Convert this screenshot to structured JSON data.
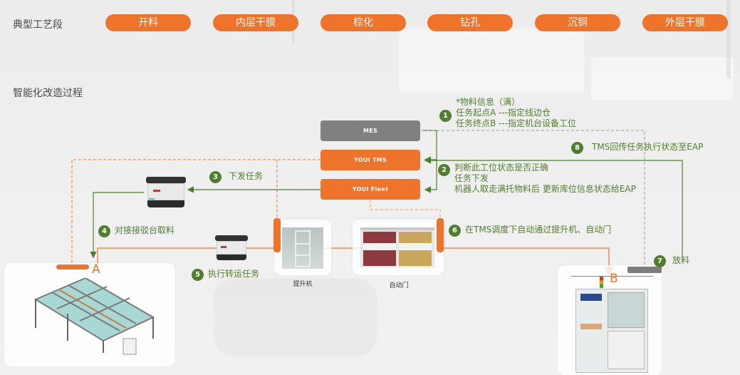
{
  "header": {
    "stage_row_label": "典型工艺段",
    "stages": [
      "开料",
      "内层干膜",
      "棕化",
      "钻孔",
      "沉铜",
      "外层干膜"
    ],
    "process_label": "智能化改造过程"
  },
  "systems": {
    "mes": "MES",
    "tms": "YOUI TMS",
    "fleet": "YOUI Fleet"
  },
  "steps": [
    {
      "num": "1",
      "lines": [
        "*物料信息（满）",
        "任务起点A ---指定线边仓",
        "任务终点B ---指定机台设备工位"
      ]
    },
    {
      "num": "2",
      "lines": [
        "判断此工位状态是否正确",
        "任务下发",
        "机器人取走满托物料后 更新库位信息状态给EAP"
      ]
    },
    {
      "num": "3",
      "lines": [
        "下发任务"
      ]
    },
    {
      "num": "4",
      "lines": [
        "对接接驳台取料"
      ]
    },
    {
      "num": "5",
      "lines": [
        "执行转运任务"
      ]
    },
    {
      "num": "6",
      "lines": [
        "在TMS调度下自动通过提升机、自动门"
      ]
    },
    {
      "num": "7",
      "lines": [
        "放料"
      ]
    },
    {
      "num": "8",
      "lines": [
        "TMS回传任务执行状态至EAP"
      ]
    }
  ],
  "equipment": {
    "lift": "提升机",
    "auto_door": "自动门"
  },
  "points": {
    "start": "A",
    "end": "B"
  },
  "colors": {
    "accent_orange": "#ef742b",
    "step_green": "#4f7f2e",
    "mes_gray": "#808080"
  }
}
